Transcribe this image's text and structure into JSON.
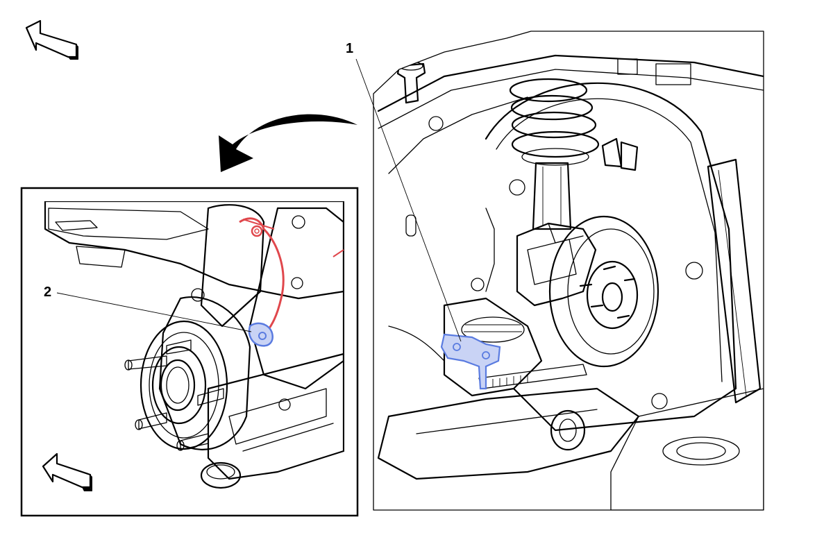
{
  "callouts": [
    {
      "id": "1",
      "label": "1"
    },
    {
      "id": "2",
      "label": "2"
    }
  ],
  "colors": {
    "background": "#ffffff",
    "part_fill": "#d6d1c4",
    "line": "#000000",
    "highlight_sensor": "#5a7be0",
    "highlight_harness": "#e0474c"
  },
  "icons": {
    "view_direction_arrow": "hollow-arrow-icon",
    "transition_arrow": "curved-arrow-icon"
  }
}
